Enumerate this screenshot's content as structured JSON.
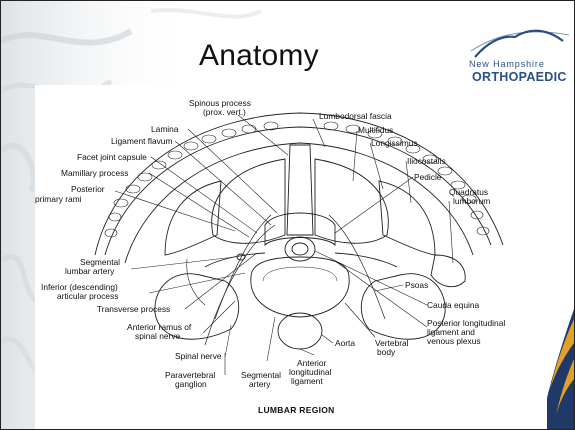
{
  "slide": {
    "title": "Anatomy"
  },
  "logo": {
    "line1": "New Hampshire",
    "line2": "ORTHOPAEDIC"
  },
  "figure": {
    "caption": "LUMBAR REGION",
    "labels": {
      "spinous_process": "Spinous process",
      "prox_vert": "(prox. vert.)",
      "lumbodorsal_fascia": "Lumbodorsal fascia",
      "lamina": "Lamina",
      "multifidus": "Multifidus",
      "ligament_flavum": "Ligament flavum",
      "longissimus": "Longissimus",
      "facet_joint_capsule": "Facet joint capsule",
      "iliocostalis": "Iliocostalis",
      "mamillary_process": "Mamillary process",
      "pedicle": "Pedicle",
      "posterior": "Posterior",
      "primary_rami": "primary rami",
      "quadratus": "Quadratus",
      "lumborum": "lumborum",
      "segmental": "Segmental",
      "lumbar_artery": "lumbar artery",
      "psoas": "Psoas",
      "inferior_descending": "Inferior (descending)",
      "articular_process": "articular process",
      "cauda_equina": "Cauda equina",
      "transverse_process": "Transverse process",
      "posterior_longitudinal": "Posterior longitudinal",
      "ligament_and": "ligament and",
      "venous_plexus": "venous plexus",
      "anterior_ramus_of": "Anterior ramus of",
      "spinal_nerve_1": "spinal nerve",
      "aorta": "Aorta",
      "vertebral": "Vertebral",
      "body": "body",
      "spinal_nerve_2": "Spinal nerve",
      "anterior": "Anterior",
      "longitudinal": "longitudinal",
      "ligament": "ligament",
      "paravertebral": "Paravertebral",
      "ganglion": "ganglion",
      "segmental_2": "Segmental",
      "artery": "artery"
    }
  },
  "colors": {
    "logo_blue": "#2a4f87",
    "accent_gold": "#e2a02a",
    "accent_navy": "#1f3a66"
  }
}
